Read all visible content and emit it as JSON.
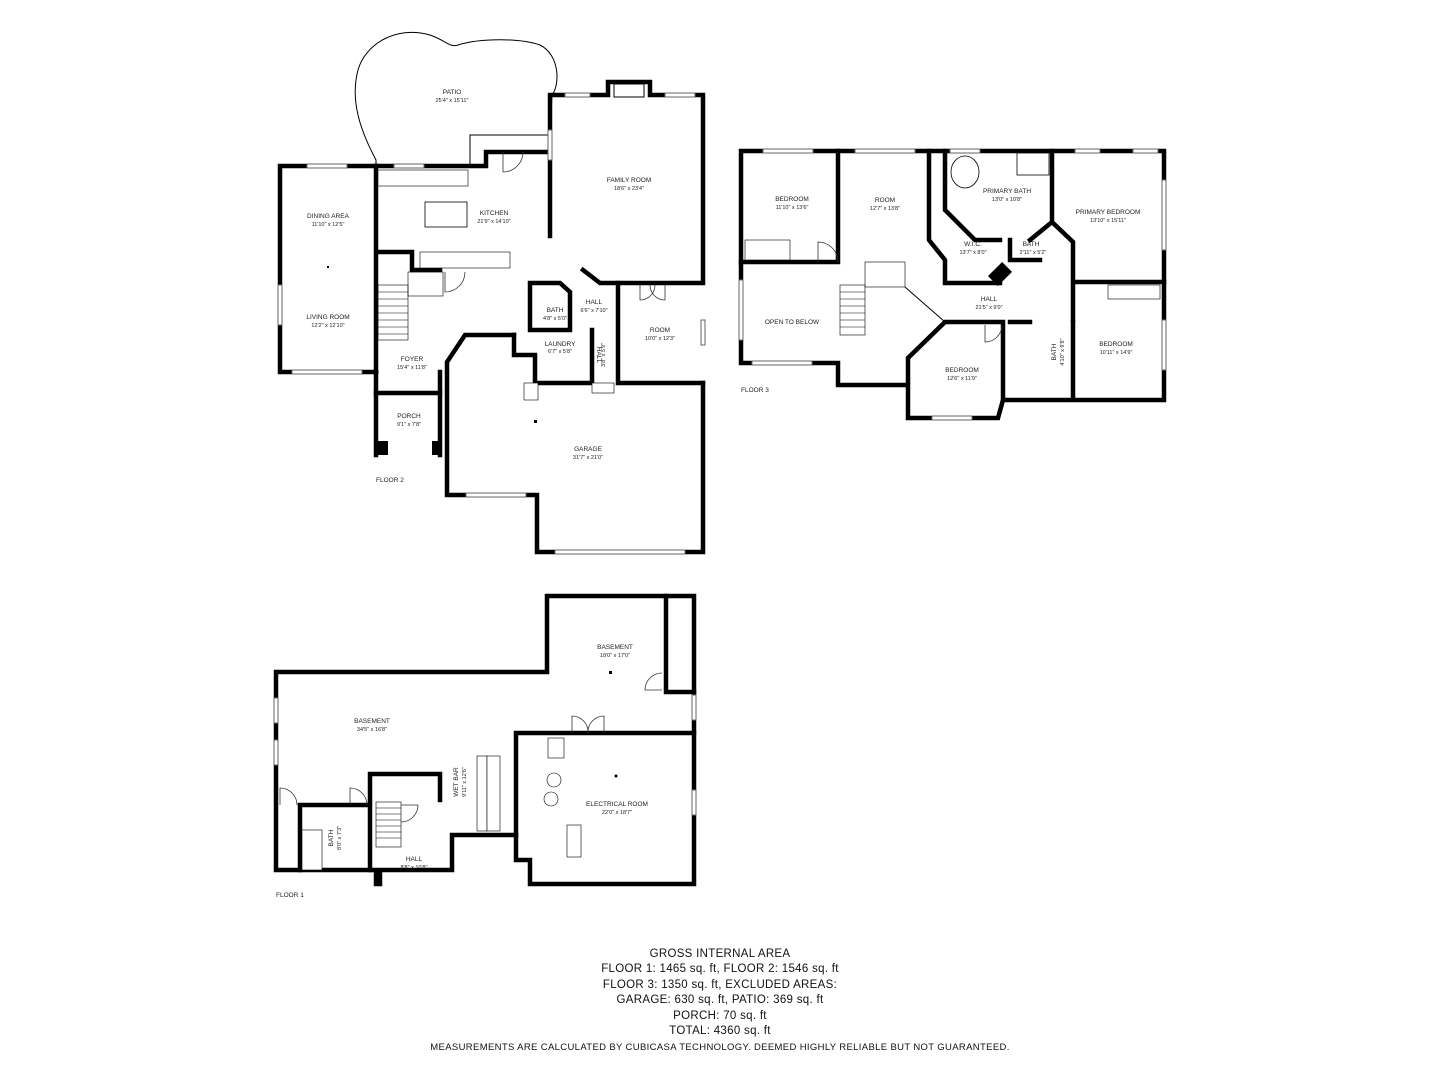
{
  "floors": {
    "floor2": {
      "label": "FLOOR 2"
    },
    "floor3": {
      "label": "FLOOR 3"
    },
    "floor1": {
      "label": "FLOOR 1"
    }
  },
  "rooms": {
    "patio": {
      "name": "PATIO",
      "dims": "25'4\" x 15'11\""
    },
    "family_room": {
      "name": "FAMILY ROOM",
      "dims": "18'6\" x 23'4\""
    },
    "dining_area": {
      "name": "DINING AREA",
      "dims": "11'10\" x 12'5\""
    },
    "kitchen": {
      "name": "KITCHEN",
      "dims": "21'9\" x 14'10\""
    },
    "living_room": {
      "name": "LIVING ROOM",
      "dims": "12'2\" x 12'10\""
    },
    "bath_f2": {
      "name": "BATH",
      "dims": "4'8\" x 5'0\""
    },
    "hall_f2a": {
      "name": "HALL",
      "dims": "6'6\" x 7'10\""
    },
    "room_f2": {
      "name": "ROOM",
      "dims": "10'0\" x 12'3\""
    },
    "laundry": {
      "name": "LAUNDRY",
      "dims": "6'7\" x 5'8\""
    },
    "hall_f2b": {
      "name": "HALL",
      "dims": "3'8\" x 5'9\""
    },
    "foyer": {
      "name": "FOYER",
      "dims": "15'4\" x 11'8\""
    },
    "porch": {
      "name": "PORCH",
      "dims": "9'1\" x 7'8\""
    },
    "garage": {
      "name": "GARAGE",
      "dims": "31'7\" x 21'0\""
    },
    "bedroom_a": {
      "name": "BEDROOM",
      "dims": "11'10\" x 13'6\""
    },
    "room_f3": {
      "name": "ROOM",
      "dims": "12'7\" x 13'8\""
    },
    "primary_bath": {
      "name": "PRIMARY BATH",
      "dims": "13'0\" x 10'8\""
    },
    "primary_bed": {
      "name": "PRIMARY BEDROOM",
      "dims": "13'10\" x 15'11\""
    },
    "wic": {
      "name": "W.I.C.",
      "dims": "13'7\" x 8'0\""
    },
    "bath_f3a": {
      "name": "BATH",
      "dims": "2'11\" x 5'2\""
    },
    "open_below": {
      "name": "OPEN TO BELOW",
      "dims": ""
    },
    "hall_f3": {
      "name": "HALL",
      "dims": "21'5\" x 9'0\""
    },
    "bedroom_b": {
      "name": "BEDROOM",
      "dims": "12'6\" x 11'9\""
    },
    "bath_f3b": {
      "name": "BATH",
      "dims": "4'10\" x 9'8\""
    },
    "bedroom_c": {
      "name": "BEDROOM",
      "dims": "10'11\" x 14'9\""
    },
    "basement_a": {
      "name": "BASEMENT",
      "dims": "18'0\" x 17'0\""
    },
    "basement_b": {
      "name": "BASEMENT",
      "dims": "34'5\" x 16'8\""
    },
    "wet_bar": {
      "name": "WET BAR",
      "dims": "9'11\" x 12'6\""
    },
    "electrical": {
      "name": "ELECTRICAL ROOM",
      "dims": "22'0\" x 18'7\""
    },
    "bath_f1": {
      "name": "BATH",
      "dims": "8'0\" x 7'3\""
    },
    "hall_f1": {
      "name": "HALL",
      "dims": "8'8\" x 10'8\""
    }
  },
  "summary": {
    "title": "GROSS INTERNAL AREA",
    "line1": "FLOOR 1: 1465 sq. ft, FLOOR 2: 1546 sq. ft",
    "line2": "FLOOR 3: 1350 sq. ft, EXCLUDED AREAS:",
    "line3": "GARAGE: 630 sq. ft, PATIO: 369 sq. ft",
    "line4": "PORCH: 70 sq. ft",
    "line5": "TOTAL: 4360 sq. ft",
    "disclaimer": "MEASUREMENTS ARE CALCULATED BY CUBICASA TECHNOLOGY. DEEMED HIGHLY RELIABLE BUT NOT GUARANTEED."
  }
}
